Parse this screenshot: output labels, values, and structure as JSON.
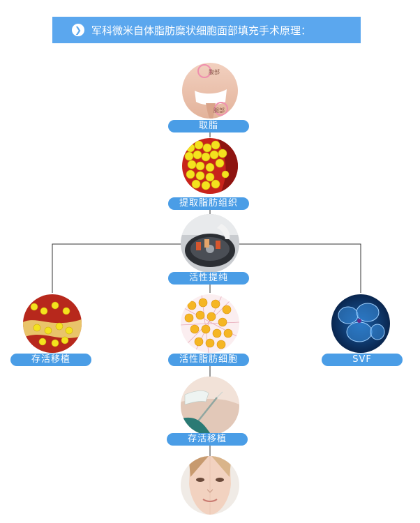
{
  "header": {
    "title": "军科微米自体脂肪糜状细胞面部填充手术原理：",
    "icon": "chevron-right-icon"
  },
  "steps": {
    "fat_harvest": {
      "label": "取脂",
      "tag_abdomen": "腹部",
      "tag_thigh": "腿部"
    },
    "fat_tissue": {
      "label": "提取脂肪组织"
    },
    "purification": {
      "label": "活性提纯"
    },
    "graft_left": {
      "label": "存活移植"
    },
    "active_cells": {
      "label": "活性脂肪细胞"
    },
    "svf": {
      "label": "SVF"
    },
    "graft_center": {
      "label": "存活移植"
    }
  },
  "colors": {
    "banner": "#5ba7ee",
    "pill": "#4a9de6",
    "connector": "#333333"
  }
}
